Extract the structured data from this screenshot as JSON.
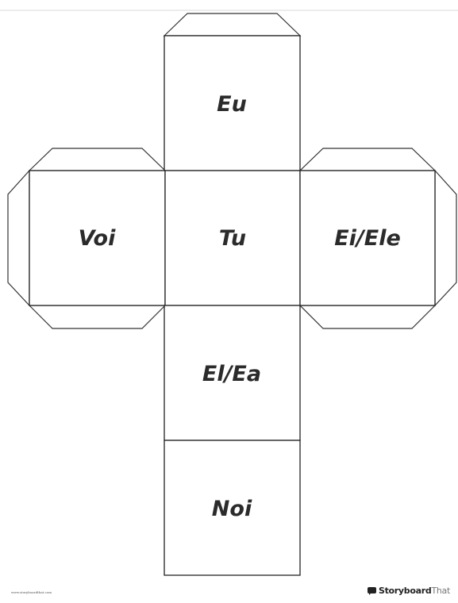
{
  "faces": {
    "top": "Eu",
    "left": "Voi",
    "center": "Tu",
    "right": "Ei/Ele",
    "lower": "El/Ea",
    "bottom": "Noi"
  },
  "footer": {
    "url": "www.storyboardthat.com",
    "brand_strong": "Storyboard",
    "brand_light": "That"
  }
}
